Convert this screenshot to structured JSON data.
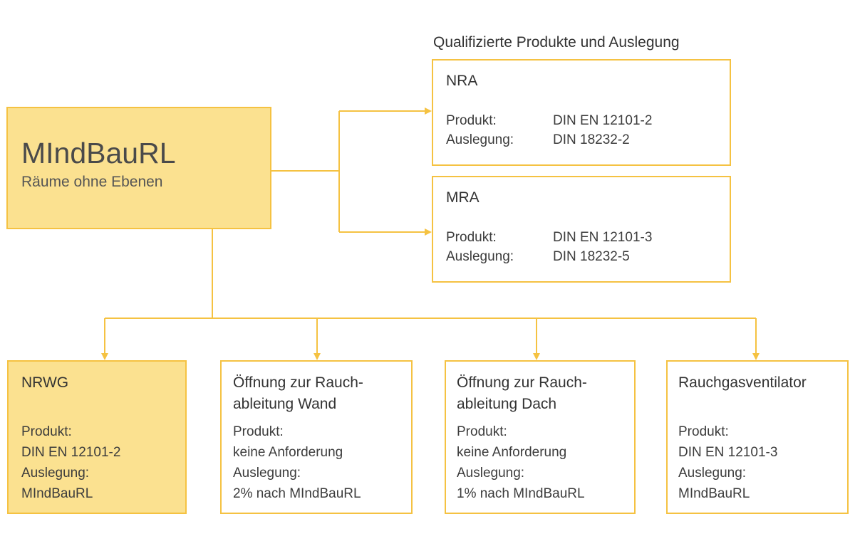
{
  "section_heading": "Qualifizierte Produkte und Auslegung",
  "main": {
    "title": "MIndBauRL",
    "subtitle": "Räume ohne Ebenen"
  },
  "right_boxes": [
    {
      "title": "NRA",
      "label1": "Produkt:",
      "value1": "DIN EN 12101-2",
      "label2": "Auslegung:",
      "value2": "DIN 18232-2"
    },
    {
      "title": "MRA",
      "label1": "Produkt:",
      "value1": "DIN EN 12101-3",
      "label2": "Auslegung:",
      "value2": "DIN 18232-5"
    }
  ],
  "bottom_boxes": [
    {
      "title": "NRWG",
      "lines": [
        "Produkt:",
        "DIN EN 12101-2",
        "Auslegung:",
        "MIndBauRL"
      ]
    },
    {
      "title_line1": "Öffnung zur Rauch-",
      "title_line2": "ableitung Wand",
      "lines": [
        "Produkt:",
        "keine Anforderung",
        "Auslegung:",
        "2% nach MIndBauRL"
      ]
    },
    {
      "title_line1": "Öffnung zur Rauch-",
      "title_line2": "ableitung Dach",
      "lines": [
        "Produkt:",
        "keine Anforderung",
        "Auslegung:",
        "1% nach MIndBauRL"
      ]
    },
    {
      "title": "Rauchgasventilator",
      "lines": [
        "Produkt:",
        "DIN EN 12101-3",
        "Auslegung:",
        "MIndBauRL"
      ]
    }
  ],
  "colors": {
    "accent_line": "#f5c242",
    "fill": "#fbe190",
    "text": "#3c3c3c"
  }
}
